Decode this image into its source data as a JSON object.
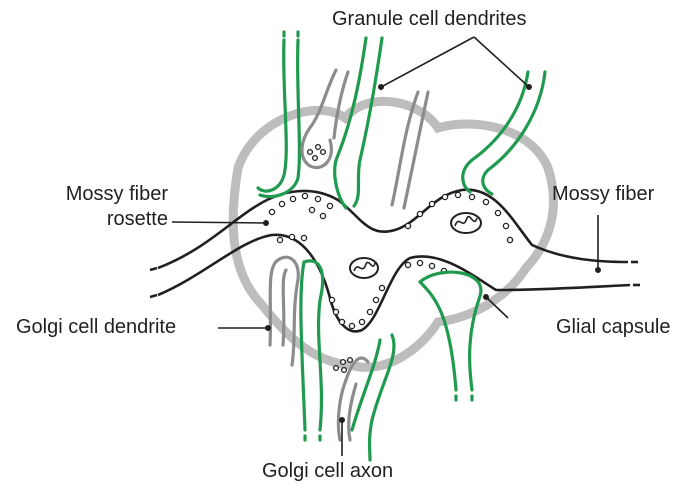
{
  "labels": {
    "granule_dendrites": "Granule cell dendrites",
    "mossy_rosette_line1": "Mossy fiber",
    "mossy_rosette_line2": "rosette",
    "mossy_fiber": "Mossy fiber",
    "golgi_dendrite": "Golgi cell dendrite",
    "glial_capsule": "Glial capsule",
    "golgi_axon": "Golgi cell axon"
  },
  "colors": {
    "granule_dendrite": "#1f9a4e",
    "golgi": "#8c8c8c",
    "glial_capsule": "#bdbdbd",
    "mossy_fiber": "#231f20",
    "text": "#231f20"
  }
}
